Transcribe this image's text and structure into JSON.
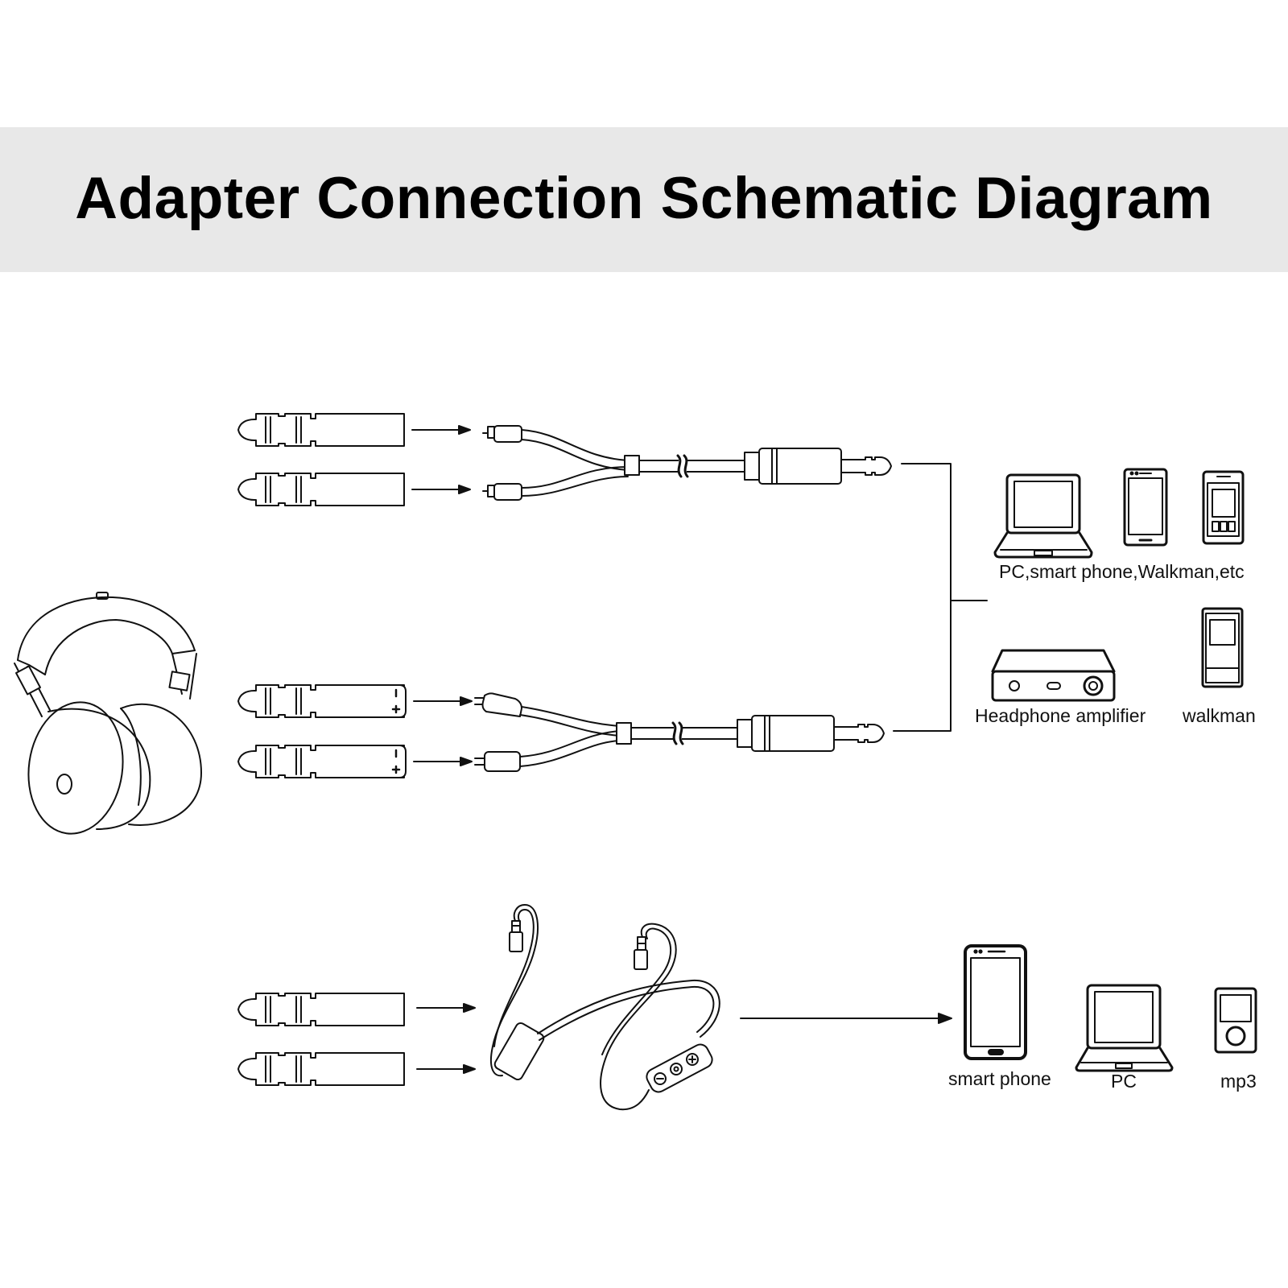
{
  "header": {
    "title": "Adapter Connection Schematic Diagram"
  },
  "row1": {
    "devices_label": "PC,smart phone,Walkman,etc",
    "device_icons": [
      "laptop-icon",
      "smartphone-icon",
      "walkman-icon"
    ]
  },
  "row2": {
    "amp_label": "Headphone amplifier",
    "walkman_label": "walkman",
    "polarity_minus": "-",
    "polarity_plus": "+"
  },
  "row3": {
    "labels": [
      "smart phone",
      "PC",
      "mp3"
    ],
    "remote_minus": "-",
    "remote_plus": "+"
  },
  "colors": {
    "line": "#111111",
    "title_band": "#e8e8e8",
    "fill": "#ffffff"
  }
}
